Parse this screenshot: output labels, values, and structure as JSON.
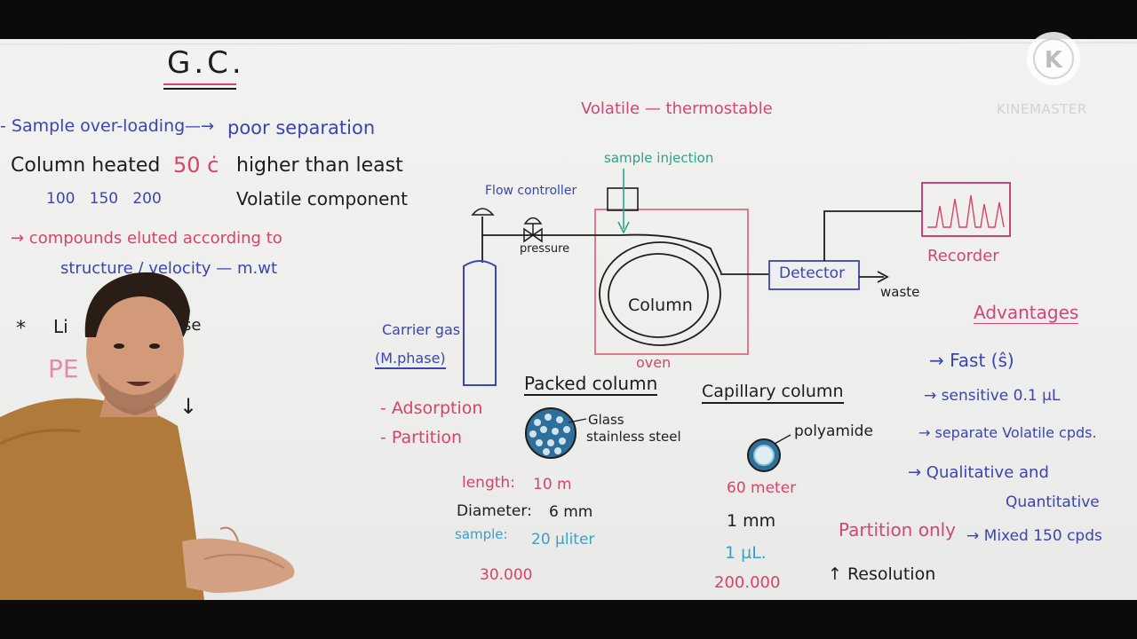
{
  "board": {
    "title": "G.C.",
    "left_notes": {
      "line1_a": "- Sample over-loading",
      "line1_arrow": "—→",
      "line1_b": "poor separation",
      "line2_a": "Column heated",
      "line2_temp": "50 ċ",
      "line2_b": "higher than least",
      "line3_temps": "100   150   200",
      "line3_b": "Volatile component",
      "line4": "→ compounds eluted according to",
      "line5": "structure / velocity — m.wt",
      "star": "*",
      "partial_li": "Li",
      "partial_se": "se",
      "partial_pe": "PE",
      "down_arrow": "↓"
    },
    "diagram": {
      "volatile": "Volatile — thermostable",
      "sample_injection": "sample injection",
      "flow_controller": "Flow controller",
      "pressure": "pressure",
      "column": "Column",
      "oven": "oven",
      "detector": "Detector",
      "waste": "waste",
      "recorder": "Recorder",
      "carrier_gas": "Carrier gas",
      "mphase": "(M.phase)",
      "adsorption": "- Adsorption",
      "partition": "- Partition"
    },
    "packed": {
      "title": "Packed column",
      "material": "Glass\nstainless steel",
      "material_line1": "Glass",
      "material_line2": "stainless steel",
      "length_label": "length:",
      "length_value": "10 m",
      "diameter_label": "Diameter:",
      "diameter_value": "6 mm",
      "sample_label": "sample:",
      "sample_value": "20 µliter",
      "plates": "30.000"
    },
    "capillary": {
      "title": "Capillary column",
      "material": "polyamide",
      "length": "60 meter",
      "diameter": "1 mm",
      "sample": "1 µL.",
      "plates": "200.000"
    },
    "advantages": {
      "title": "Advantages",
      "items": [
        "→ Fast (ŝ)",
        "→ sensitive 0.1 µL",
        "→ separate Volatile cpds.",
        "→ Qualitative and",
        "Quantitative"
      ],
      "partition_only": "Partition only",
      "mixed": "→ Mixed 150 cpds",
      "resolution": "↑ Resolution"
    }
  },
  "watermark": {
    "brand": "KINEMASTER",
    "logo_letter": "K"
  },
  "colors": {
    "board": "#efefed",
    "frame": "#0b0b0b",
    "black_marker": "#1d1d1d",
    "red_marker": "#d9426a",
    "blue_marker": "#3a45b0",
    "green_marker": "#2ea28a",
    "cyan_marker": "#3aa0c8",
    "sweater": "#b07a3a"
  }
}
